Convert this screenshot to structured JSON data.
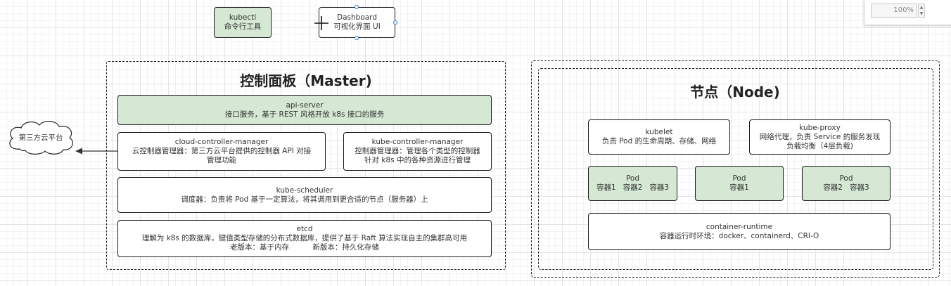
{
  "top": {
    "kubectl": {
      "line1": "kubectl",
      "line2": "命令行工具"
    },
    "dashboard": {
      "line1": "Dashboard",
      "line2": "可视化界面 UI"
    }
  },
  "cloud": {
    "label": "第三方云平台"
  },
  "master": {
    "title": "控制面板（Master)",
    "api_server": {
      "line1": "api-server",
      "line2": "接口服务，基于 REST 风格开放 k8s 接口的服务"
    },
    "ccm": {
      "line1": "cloud-controller-manager",
      "line2": "云控制器管理器：第三方云平台提供的控制器 API 对接",
      "line3": "管理功能"
    },
    "kcm": {
      "line1": "kube-controller-manager",
      "line2": "控制器管理器：管理各个类型的控制器",
      "line3": "针对 k8s 中的各种资源进行管理"
    },
    "scheduler": {
      "line1": "kube-scheduler",
      "line2": "调度器：负责将 Pod 基于一定算法，将其调用到更合适的节点（服务器）上"
    },
    "etcd": {
      "line1": "etcd",
      "line2": "理解为 k8s 的数据库，键值类型存储的分布式数据库，提供了基于 Raft 算法实现自主的集群高可用",
      "line3": "老版本：基于内存          新版本：持久化存储"
    }
  },
  "node": {
    "title": "节点（Node)",
    "kubelet": {
      "line1": "kubelet",
      "line2": "负责 Pod 的生命周期、存储、网络"
    },
    "kube_proxy": {
      "line1": "kube-proxy",
      "line2": "网络代理，负责 Service 的服务发现",
      "line3": "负载均衡（4层负载)"
    },
    "pods": [
      {
        "line1": "Pod",
        "line2": "容器1   容器2   容器3"
      },
      {
        "line1": "Pod",
        "line2": "容器1"
      },
      {
        "line1": "Pod",
        "line2": "容器2   容器3"
      }
    ],
    "runtime": {
      "line1": "container-runtime",
      "line2": "容器运行时环境：docker、containerd、CRI-O"
    }
  },
  "zoom": {
    "value": "100%"
  },
  "colors": {
    "green_fill": "#d5e8d4",
    "selection": "#1e7bd6"
  }
}
